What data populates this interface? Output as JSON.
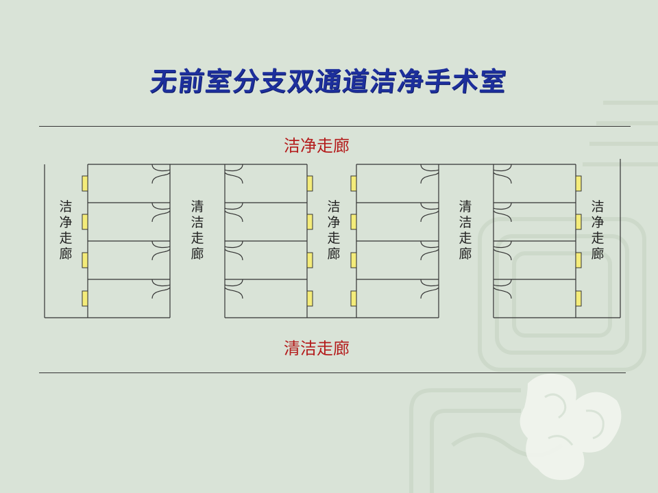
{
  "title": "无前室分支双通道洁净手术室",
  "corridor_top": "洁净走廊",
  "corridor_bottom": "清洁走廊",
  "vertical_labels": [
    {
      "text": "洁净走廊"
    },
    {
      "text": "清洁走廊"
    },
    {
      "text": "洁净走廊"
    },
    {
      "text": "清洁走廊"
    },
    {
      "text": "洁净走廊"
    }
  ],
  "colors": {
    "background": "#d9e3d7",
    "title": "#1d2f9c",
    "corridor_text": "#b41c1c",
    "door_fill": "#f4ec7a",
    "line": "#333333"
  }
}
